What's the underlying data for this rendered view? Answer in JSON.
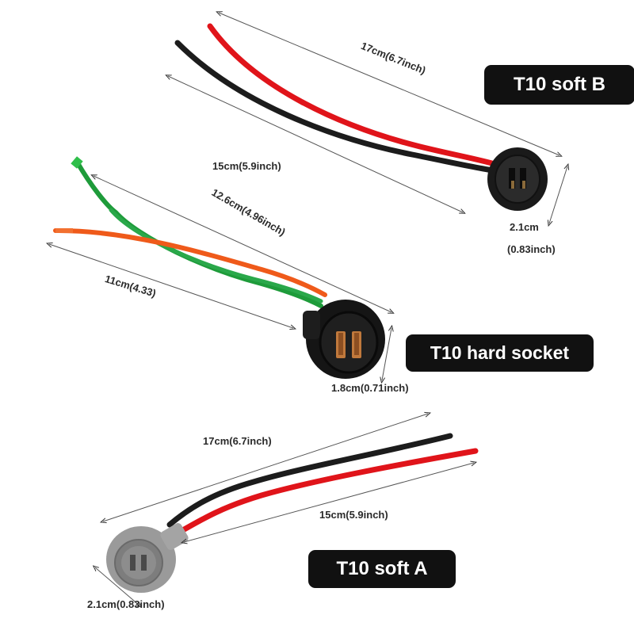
{
  "products": {
    "soft_b": {
      "label": "T10 soft B",
      "dim_long": "17cm(6.7inch)",
      "dim_short": "15cm(5.9inch)",
      "dim_diameter_top": "2.1cm",
      "dim_diameter_bottom": "(0.83inch)"
    },
    "hard_socket": {
      "label": "T10 hard socket",
      "dim_long": "12.6cm(4.96inch)",
      "dim_short": "11cm(4.33)",
      "dim_diameter": "1.8cm(0.71inch)"
    },
    "soft_a": {
      "label": "T10 soft A",
      "dim_long": "17cm(6.7inch)",
      "dim_short": "15cm(5.9inch)",
      "dim_diameter": "2.1cm(0.83inch)"
    }
  },
  "colors": {
    "wire_red": "#e0141a",
    "wire_black": "#1c1c1c",
    "wire_green": "#1e9b3a",
    "wire_orange": "#ef5a1a",
    "socket_black": "#1a1a1a",
    "socket_grey": "#9a9a9a",
    "badge_bg": "#111111"
  }
}
